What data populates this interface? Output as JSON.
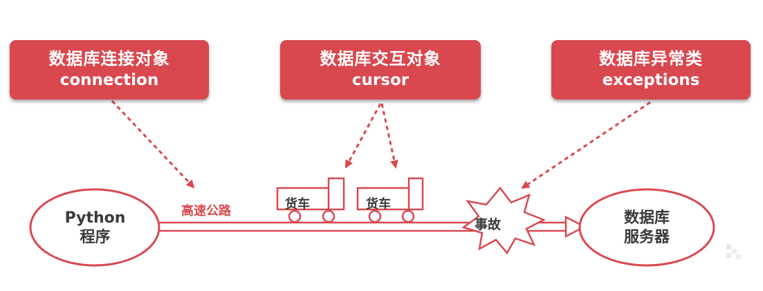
{
  "concepts": [
    {
      "title": "数据库连接对象",
      "subtitle": "connection"
    },
    {
      "title": "数据库交互对象",
      "subtitle": "cursor"
    },
    {
      "title": "数据库异常类",
      "subtitle": "exceptions"
    }
  ],
  "client": {
    "line1": "Python",
    "line2": "程序"
  },
  "server": {
    "line1": "数据库",
    "line2": "服务器"
  },
  "road_label": "高速公路",
  "trucks": [
    {
      "label": "货车"
    },
    {
      "label": "货车"
    }
  ],
  "accident_label": "事故",
  "colors": {
    "accent": "#d9484f",
    "text": "#3a3a3a",
    "background": "#ffffff"
  },
  "icons": {
    "truck": "truck-icon",
    "accident": "explosion-burst-icon",
    "watermark": "watermark-icon"
  }
}
